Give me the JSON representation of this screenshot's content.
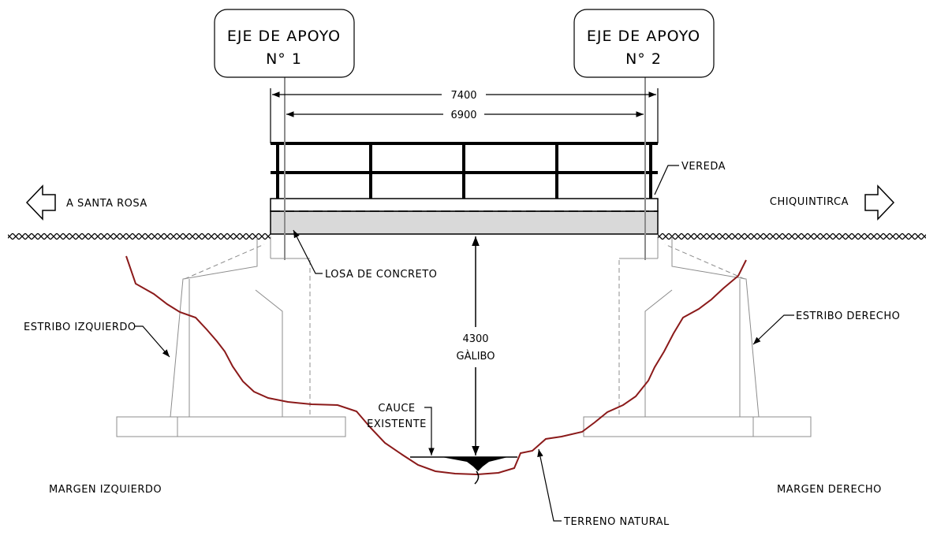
{
  "axis_left": {
    "line1": "EJE DE APOYO",
    "line2": "N° 1"
  },
  "axis_right": {
    "line1": "EJE DE APOYO",
    "line2": "N° 2"
  },
  "dimensions": {
    "outer_span": "7400",
    "inner_span": "6900",
    "clearance": "4300",
    "clearance_label": "GÀLIBO"
  },
  "directions": {
    "left": "A SANTA ROSA",
    "right": "CHIQUINTIRCA"
  },
  "labels": {
    "vereda": "VEREDA",
    "losa": "LOSA DE CONCRETO",
    "estribo_izq": "ESTRIBO IZQUIERDO",
    "estribo_der": "ESTRIBO DERECHO",
    "cauce_1": "CAUCE",
    "cauce_2": "EXISTENTE",
    "margen_izq": "MARGEN IZQUIERDO",
    "margen_der": "MARGEN DERECHO",
    "terreno": "TERRENO NATURAL"
  },
  "colors": {
    "terrain": "#8b1a1a",
    "slab": "#d9d9d9",
    "lines": "#000000",
    "structure": "#8c8c8c"
  }
}
